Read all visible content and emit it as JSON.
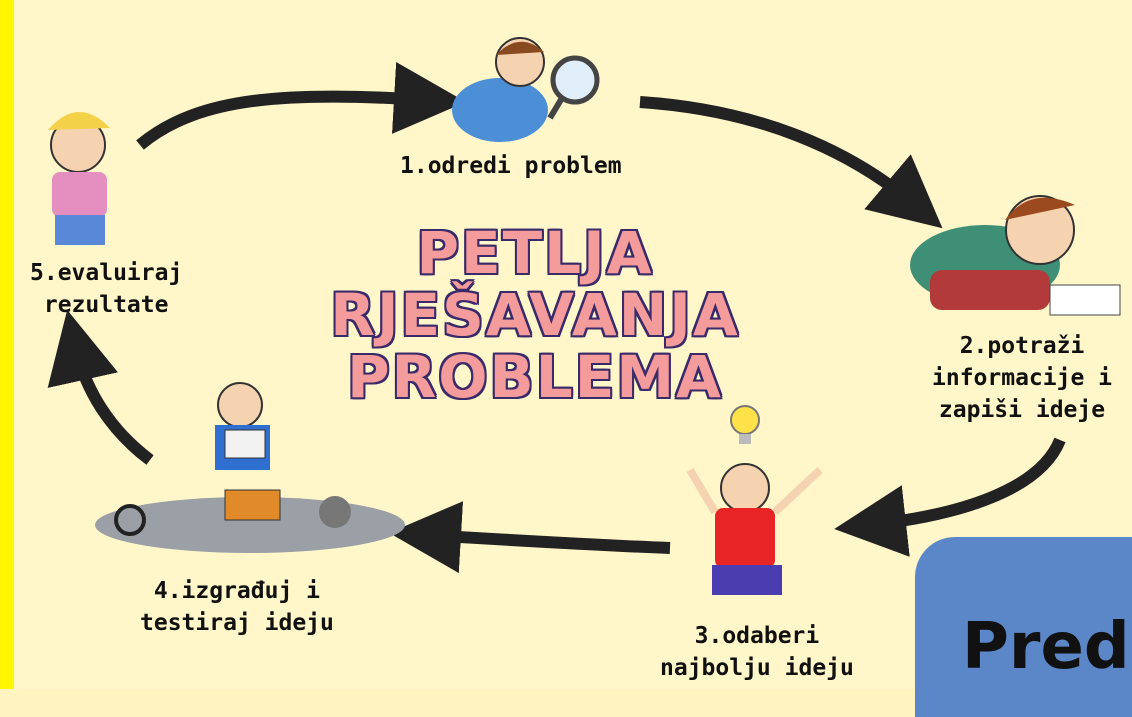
{
  "title_lines": [
    "PETLJA",
    "RJEŠAVANJA",
    "PROBLEMA"
  ],
  "steps": [
    {
      "lines": [
        "1.odredi problem"
      ]
    },
    {
      "lines": [
        "2.potraži",
        "informacije i",
        "zapiši ideje"
      ]
    },
    {
      "lines": [
        "3.odaberi",
        "najbolju ideju"
      ]
    },
    {
      "lines": [
        "4.izgrađuj i",
        "testiraj ideju"
      ]
    },
    {
      "lines": [
        "5.evaluiraj",
        "rezultate"
      ]
    }
  ],
  "corner_label": "Preds",
  "colors": {
    "background": "#fff6c9",
    "arrow": "#222222",
    "title_fill": "#f49b9b",
    "title_outline": "#3a2a6a",
    "corner_box": "#5b86c8"
  }
}
